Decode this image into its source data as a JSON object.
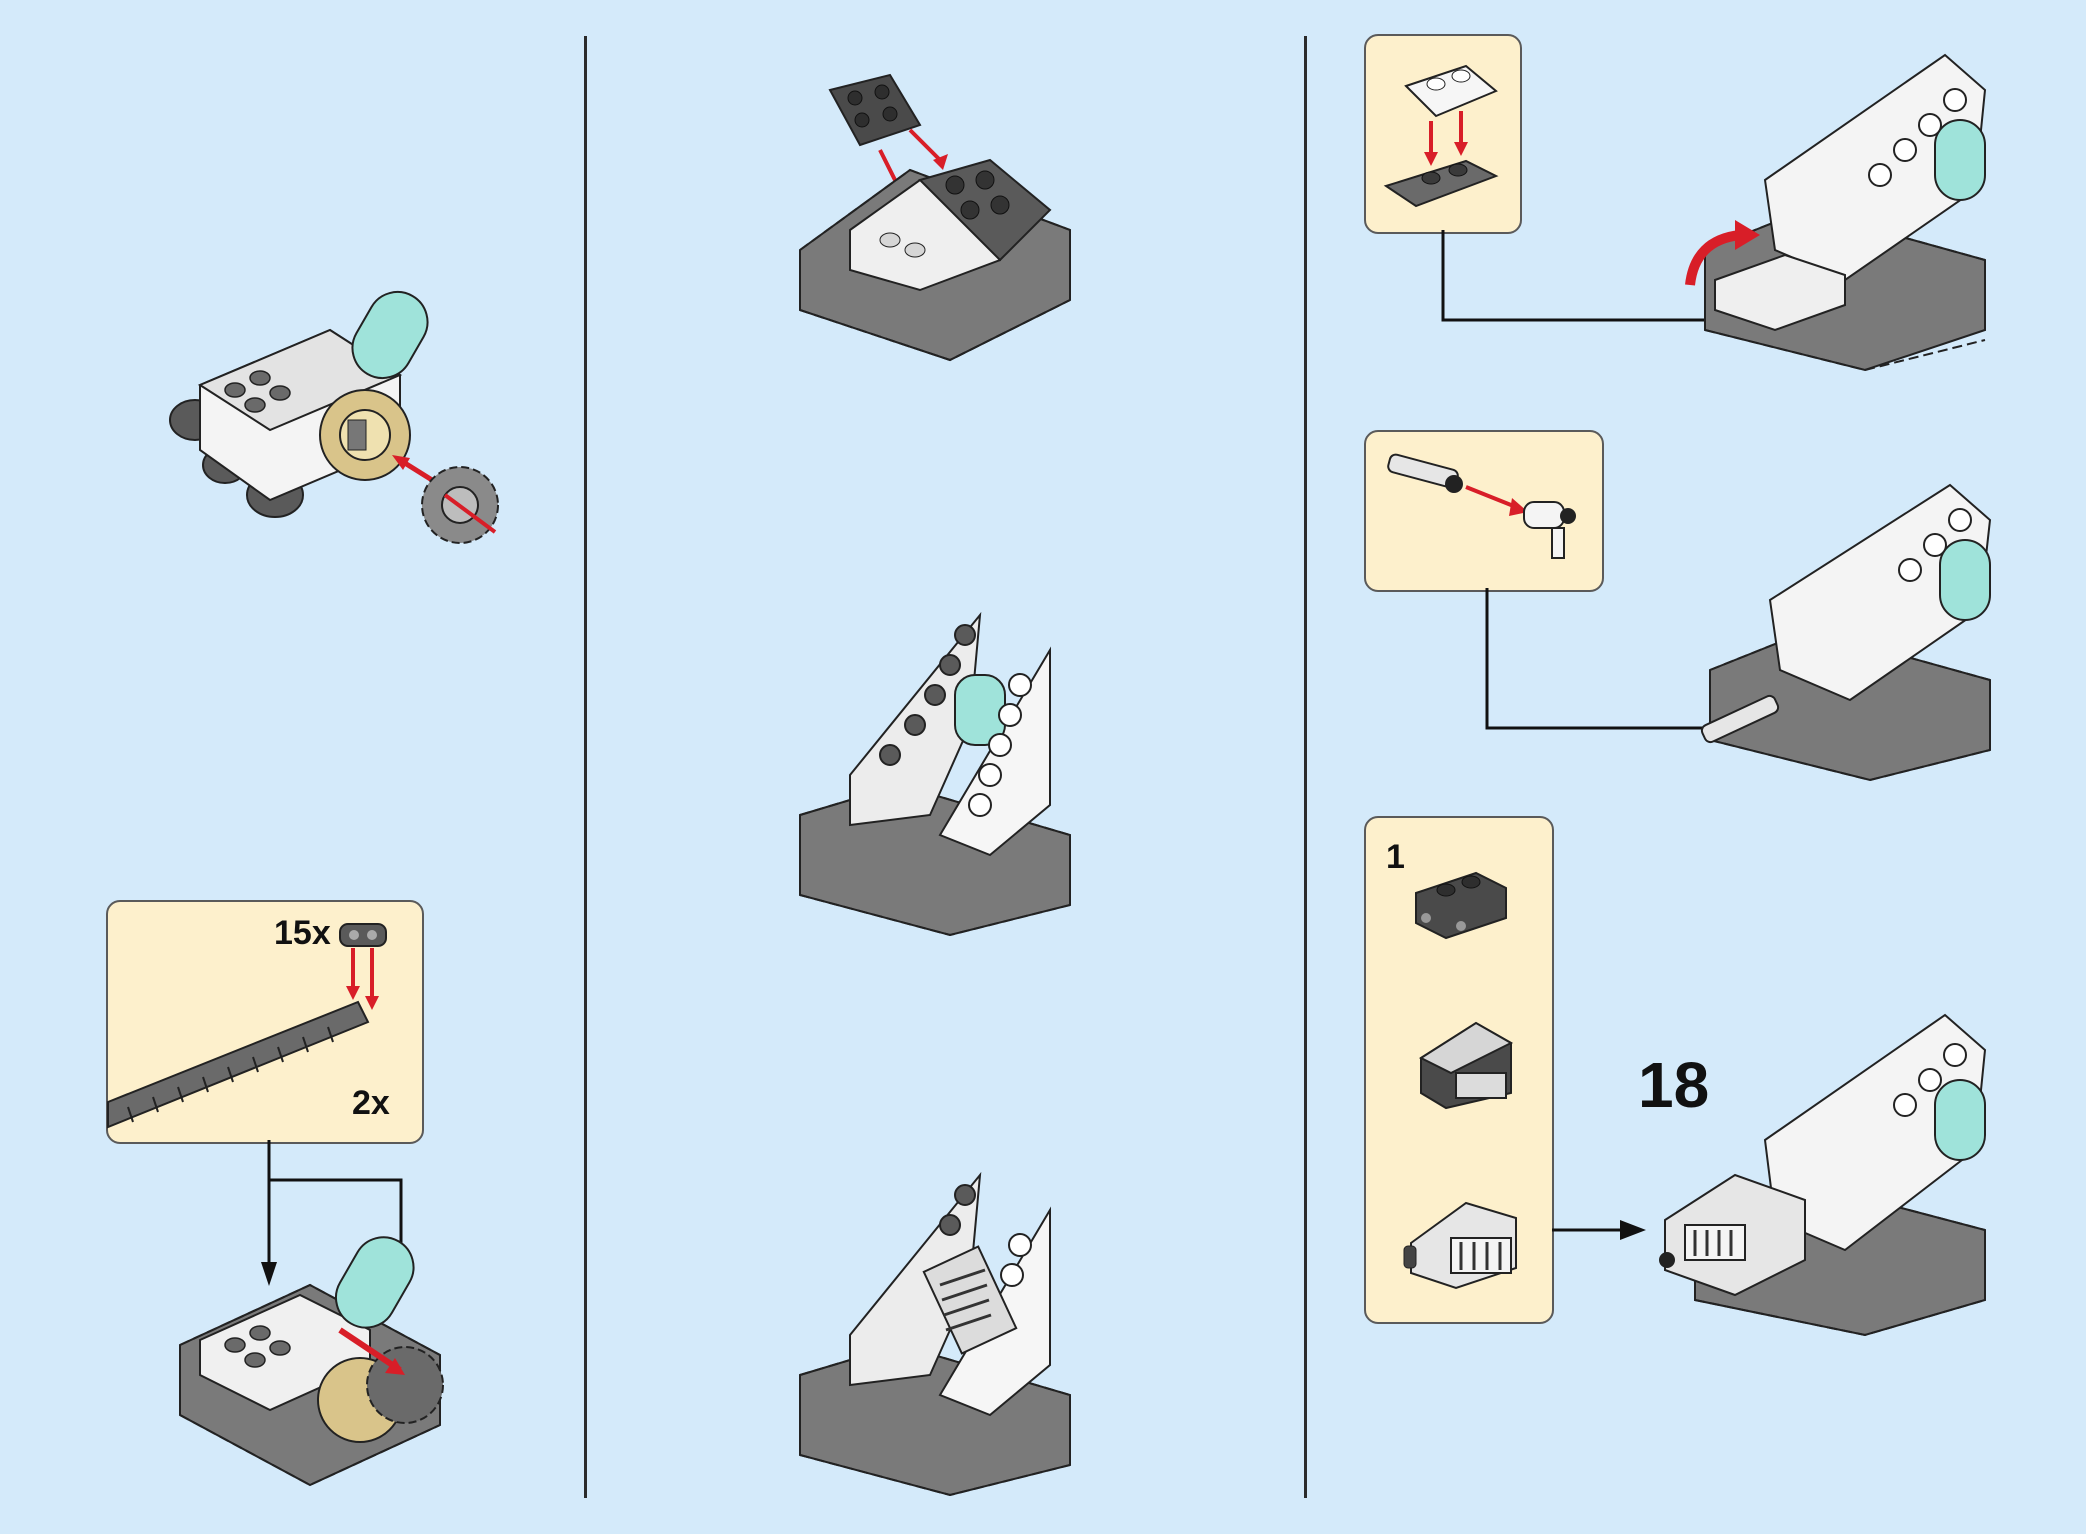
{
  "page": {
    "callouts": {
      "track_links": {
        "link_quantity": "15x",
        "assembly_quantity": "2x"
      },
      "parts_list": {
        "quantity": "1"
      }
    },
    "step_number": "18",
    "colors": {
      "background": "#d4eafa",
      "callout_fill": "#fdf0cc",
      "arrow_red": "#d81e28",
      "arrow_black": "#111111",
      "part_dark": "#4a4a4a",
      "part_white": "#f4f4f4",
      "part_trans_cyan": "#9fe3da",
      "part_tan": "#d9c48a"
    },
    "icons": [
      "track-link-icon",
      "red-arrow-icon",
      "gear-icon",
      "plate-2x2-icon",
      "brick-with-studs-icon",
      "slope-brick-icon",
      "grille-brick-icon",
      "pin-connector-icon",
      "curved-arrow-icon"
    ]
  }
}
